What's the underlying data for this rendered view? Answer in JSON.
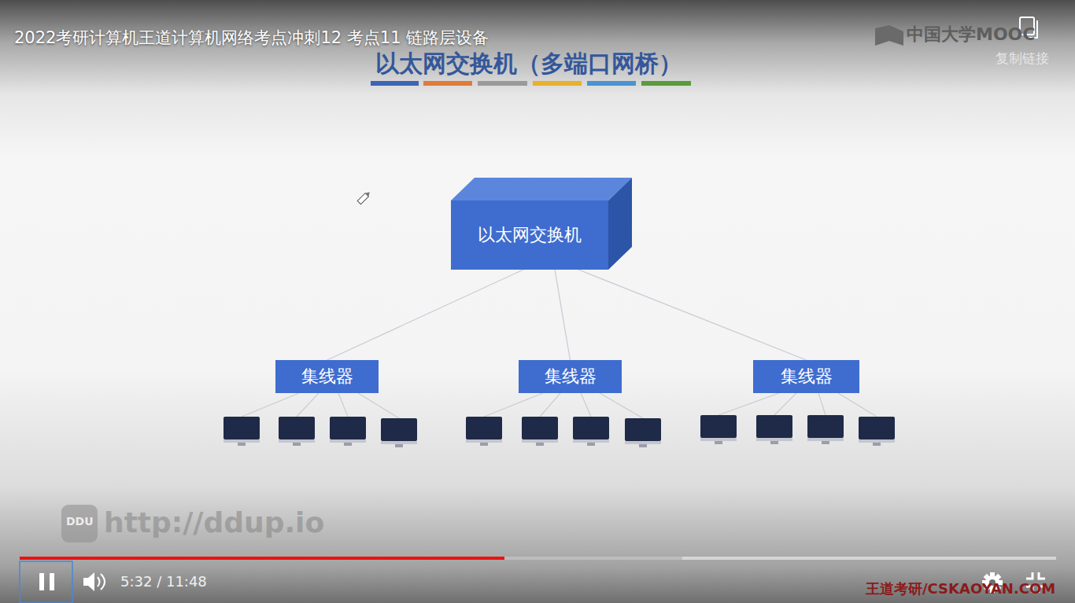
{
  "diagram": {
    "title": "以太网交换机（多端口网桥）",
    "nodes": [
      {
        "text": [
          "以太网交换机"
        ]
      },
      {
        "text": [
          "集线器"
        ]
      },
      {
        "text": [
          "集线器"
        ]
      },
      {
        "text": [
          "集线器"
        ]
      }
    ],
    "edges": [
      {
        "from": 0,
        "to": 1,
        "arrow": "none"
      },
      {
        "from": 0,
        "to": 2,
        "arrow": "none"
      },
      {
        "from": 0,
        "to": 3,
        "arrow": "none"
      }
    ],
    "labels": [
      "2022考研计算机王道计算机网络考点冲刺12 考点11 链路层设备",
      "中国大学MOOC",
      "复制链接",
      "DDU",
      "http://ddup.io",
      "5:32 / 11:48",
      "王道考研/CSKAOYAN.COM"
    ]
  }
}
